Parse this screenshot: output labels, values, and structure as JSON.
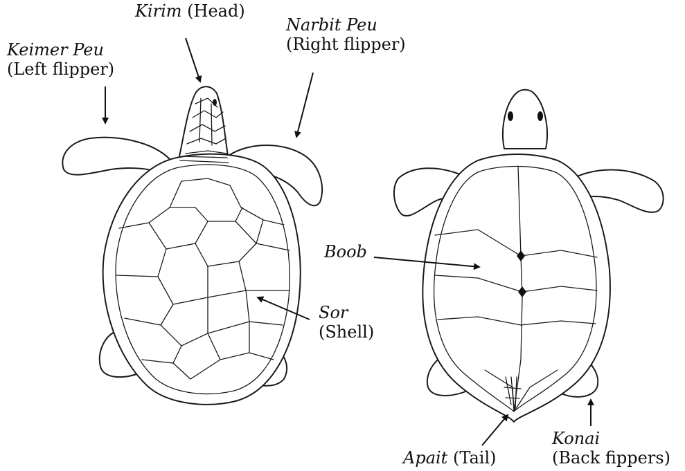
{
  "labels": {
    "head_term": "Kirim",
    "head_gloss": "(Head)",
    "left_flipper_term": "Keimer Peu",
    "left_flipper_gloss": "(Left flipper)",
    "right_flipper_term": "Narbit Peu",
    "right_flipper_gloss": "(Right flipper)",
    "shell_term": "Sor",
    "shell_gloss": "(Shell)",
    "belly_term": "Boob",
    "tail_term": "Apait",
    "tail_gloss": "(Tail)",
    "back_flippers_term": "Konai",
    "back_flippers_gloss": "(Back fippers)"
  },
  "colors": {
    "ink": "#111111",
    "paper": "#ffffff"
  }
}
